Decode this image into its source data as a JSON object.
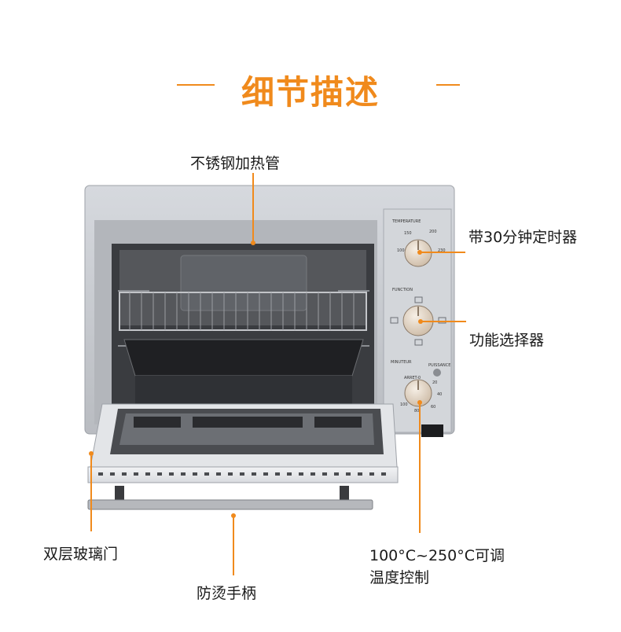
{
  "title": "细节描述",
  "colors": {
    "accent": "#f08a1c",
    "oven_body": "#c9ccd1",
    "oven_dark": "#2b2d30",
    "knob": "#e9dccd"
  },
  "callouts": {
    "heating_tube": "不锈钢加热管",
    "timer": "带30分钟定时器",
    "function_selector": "功能选择器",
    "glass_door": "双层玻璃门",
    "handle": "防烫手柄",
    "temperature_line1": "100°C~250°C可调",
    "temperature_line2": "温度控制"
  },
  "panel": {
    "temperature_label": "TEMPERATURE",
    "function_label": "FUNCTION",
    "minuteur_label": "MINUTEUR",
    "puissance_label": "PUISSANCE",
    "temp_ticks": [
      "100",
      "150",
      "200",
      "230"
    ],
    "timer_ticks": [
      "ARRET-0",
      "20",
      "40",
      "60",
      "80",
      "100"
    ]
  }
}
